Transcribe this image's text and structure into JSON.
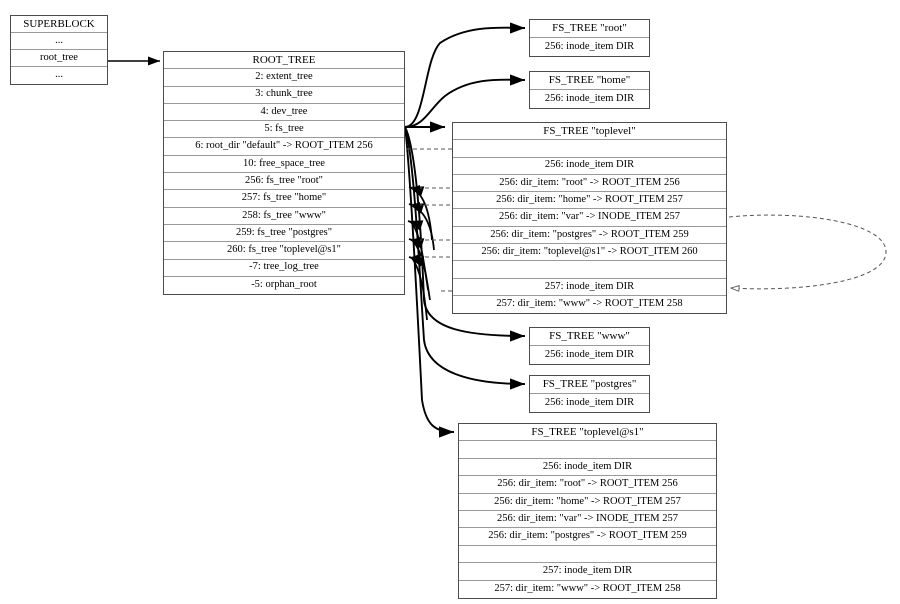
{
  "diagram": {
    "title": "btrfs root tree and subvolume fs trees",
    "style": {
      "node_border": "#4c4c4c",
      "row_border": "#9a9a9a",
      "solid_edge": "#000000",
      "dashed_edge": "#555555",
      "background": "#ffffff"
    }
  },
  "nodes": {
    "superblock": {
      "name": "SUPERBLOCK",
      "rows": [
        {
          "label": "SUPERBLOCK",
          "kind": "header"
        },
        {
          "label": "...",
          "kind": "ellipsis"
        },
        {
          "label": "root_tree",
          "kind": "field"
        },
        {
          "label": "...",
          "kind": "ellipsis"
        }
      ]
    },
    "root_tree": {
      "name": "ROOT_TREE",
      "rows": [
        {
          "label": "ROOT_TREE",
          "kind": "header"
        },
        {
          "label": "2: extent_tree",
          "kind": "item"
        },
        {
          "label": "3: chunk_tree",
          "kind": "item"
        },
        {
          "label": "4: dev_tree",
          "kind": "item"
        },
        {
          "label": "5: fs_tree",
          "kind": "item"
        },
        {
          "label": "6: root_dir \"default\" -> ROOT_ITEM 256",
          "kind": "item"
        },
        {
          "label": "10: free_space_tree",
          "kind": "item"
        },
        {
          "label": "256: fs_tree \"root\"",
          "kind": "item"
        },
        {
          "label": "257: fs_tree \"home\"",
          "kind": "item"
        },
        {
          "label": "258: fs_tree \"www\"",
          "kind": "item"
        },
        {
          "label": "259: fs_tree \"postgres\"",
          "kind": "item"
        },
        {
          "label": "260: fs_tree \"toplevel@s1\"",
          "kind": "item"
        },
        {
          "label": "-7: tree_log_tree",
          "kind": "item"
        },
        {
          "label": "-5: orphan_root",
          "kind": "item"
        }
      ]
    },
    "fs_root": {
      "name": "FS_TREE \"root\"",
      "rows": [
        {
          "label": "FS_TREE \"root\"",
          "kind": "header"
        },
        {
          "label": "256: inode_item DIR",
          "kind": "item"
        }
      ]
    },
    "fs_home": {
      "name": "FS_TREE \"home\"",
      "rows": [
        {
          "label": "FS_TREE \"home\"",
          "kind": "header"
        },
        {
          "label": "256: inode_item DIR",
          "kind": "item"
        }
      ]
    },
    "fs_www": {
      "name": "FS_TREE \"www\"",
      "rows": [
        {
          "label": "FS_TREE \"www\"",
          "kind": "header"
        },
        {
          "label": "256: inode_item DIR",
          "kind": "item"
        }
      ]
    },
    "fs_postgres": {
      "name": "FS_TREE \"postgres\"",
      "rows": [
        {
          "label": "FS_TREE \"postgres\"",
          "kind": "header"
        },
        {
          "label": "256: inode_item DIR",
          "kind": "item"
        }
      ]
    },
    "fs_toplevel": {
      "name": "FS_TREE \"toplevel\"",
      "rows": [
        {
          "label": "FS_TREE \"toplevel\"",
          "kind": "header"
        },
        {
          "label": "",
          "kind": "blank"
        },
        {
          "label": "256: inode_item DIR",
          "kind": "item"
        },
        {
          "label": "256: dir_item: \"root\" -> ROOT_ITEM 256",
          "kind": "item"
        },
        {
          "label": "256: dir_item: \"home\" -> ROOT_ITEM 257",
          "kind": "item"
        },
        {
          "label": "256: dir_item: \"var\" -> INODE_ITEM 257",
          "kind": "item"
        },
        {
          "label": "256: dir_item: \"postgres\" -> ROOT_ITEM 259",
          "kind": "item"
        },
        {
          "label": "256: dir_item: \"toplevel@s1\" -> ROOT_ITEM 260",
          "kind": "item"
        },
        {
          "label": "",
          "kind": "blank"
        },
        {
          "label": "257: inode_item DIR",
          "kind": "item"
        },
        {
          "label": "257: dir_item: \"www\" -> ROOT_ITEM 258",
          "kind": "item"
        }
      ]
    },
    "fs_toplevel_s1": {
      "name": "FS_TREE \"toplevel@s1\"",
      "rows": [
        {
          "label": "FS_TREE \"toplevel@s1\"",
          "kind": "header"
        },
        {
          "label": "",
          "kind": "blank"
        },
        {
          "label": "256: inode_item DIR",
          "kind": "item"
        },
        {
          "label": "256: dir_item: \"root\" -> ROOT_ITEM 256",
          "kind": "item"
        },
        {
          "label": "256: dir_item: \"home\" -> ROOT_ITEM 257",
          "kind": "item"
        },
        {
          "label": "256: dir_item: \"var\" -> INODE_ITEM 257",
          "kind": "item"
        },
        {
          "label": "256: dir_item: \"postgres\" -> ROOT_ITEM 259",
          "kind": "item"
        },
        {
          "label": "",
          "kind": "blank"
        },
        {
          "label": "257: inode_item DIR",
          "kind": "item"
        },
        {
          "label": "257: dir_item: \"www\" -> ROOT_ITEM 258",
          "kind": "item"
        }
      ]
    }
  },
  "edges": [
    {
      "id": "sb-to-roottree",
      "from": "superblock.root_tree",
      "to": "root_tree.header",
      "style": "solid"
    },
    {
      "id": "fstree-to-toplevel",
      "from": "root_tree.5-fs_tree",
      "to": "fs_toplevel.header",
      "style": "solid"
    },
    {
      "id": "fstree-to-fs-root",
      "from": "root_tree.5-fs_tree",
      "to": "fs_root.header",
      "style": "solid"
    },
    {
      "id": "fstree-to-fs-home",
      "from": "root_tree.5-fs_tree",
      "to": "fs_home.header",
      "style": "solid"
    },
    {
      "id": "fstree-to-fs-www",
      "from": "root_tree.5-fs_tree",
      "to": "fs_www.header",
      "style": "solid"
    },
    {
      "id": "fstree-to-fs-postgres",
      "from": "root_tree.5-fs_tree",
      "to": "fs_postgres.header",
      "style": "solid"
    },
    {
      "id": "fstree-to-toplevel-s1",
      "from": "root_tree.5-fs_tree",
      "to": "fs_toplevel_s1.header",
      "style": "solid"
    },
    {
      "id": "root_dir-to-toplevel-root",
      "from": "root_tree.6-root_dir",
      "to": "fs_toplevel.dir_item-root",
      "style": "dashed"
    },
    {
      "id": "toplevel-root-to-256",
      "from": "fs_toplevel.dir_item-root",
      "to": "root_tree.256-fs_tree-root",
      "style": "dashed"
    },
    {
      "id": "toplevel-home-to-257",
      "from": "fs_toplevel.dir_item-home",
      "to": "root_tree.257-fs_tree-home",
      "style": "dashed"
    },
    {
      "id": "toplevel-postgres-to-259",
      "from": "fs_toplevel.dir_item-postgres",
      "to": "root_tree.259-fs_tree-postgres",
      "style": "dashed"
    },
    {
      "id": "toplevel-s1item-to-260",
      "from": "fs_toplevel.dir_item-toplevel-s1",
      "to": "root_tree.260-fs_tree-toplevel-s1",
      "style": "dashed"
    },
    {
      "id": "toplevel-var-to-inode257",
      "from": "fs_toplevel.dir_item-var",
      "to": "fs_toplevel.257-inode_item",
      "style": "dashed"
    },
    {
      "id": "www-258-link",
      "from": "fs_toplevel.dir_item-www",
      "to": "root_tree.258-fs_tree-www",
      "style": "dashed"
    }
  ]
}
